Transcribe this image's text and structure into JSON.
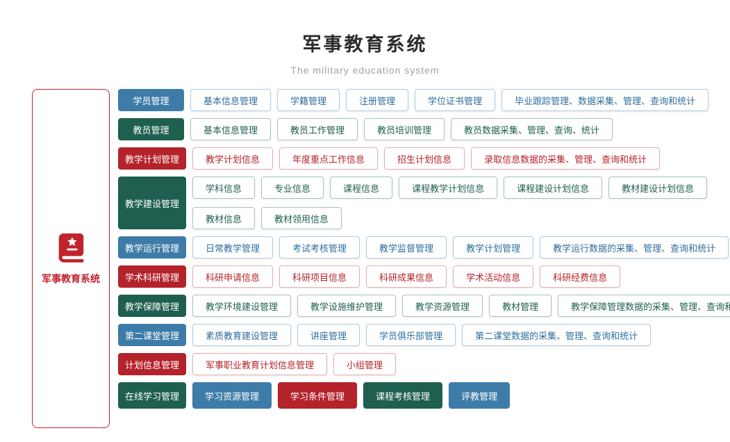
{
  "page": {
    "title": "军事教育系统",
    "subtitle": "The military education system"
  },
  "sidebar": {
    "label": "军事教育系统",
    "icon": "book-star-icon"
  },
  "colors": {
    "blue": "#3d7ca8",
    "green": "#1e5f4f",
    "red": "#b4222a"
  },
  "rows": [
    {
      "name": "student-management",
      "theme": "blue",
      "category": "学员管理",
      "lines": [
        [
          {
            "label": "基本信息管理"
          },
          {
            "label": "学籍管理"
          },
          {
            "label": "注册管理"
          },
          {
            "label": "学位证书管理"
          },
          {
            "label": "毕业跟踪管理、数据采集、管理、查询和统计"
          }
        ]
      ]
    },
    {
      "name": "teacher-management",
      "theme": "green",
      "category": "教员管理",
      "lines": [
        [
          {
            "label": "基本信息管理"
          },
          {
            "label": "教员工作管理"
          },
          {
            "label": "教员培训管理"
          },
          {
            "label": "教员数据采集、管理、查询、统计"
          }
        ]
      ]
    },
    {
      "name": "teaching-plan-management",
      "theme": "red",
      "category": "教学计划管理",
      "lines": [
        [
          {
            "label": "教学计划信息"
          },
          {
            "label": "年度重点工作信息"
          },
          {
            "label": "招生计划信息"
          },
          {
            "label": "录取信息数据的采集、管理、查询和统计"
          }
        ]
      ]
    },
    {
      "name": "teaching-construction-management",
      "theme": "green",
      "category": "教学建设管理",
      "lines": [
        [
          {
            "label": "学科信息"
          },
          {
            "label": "专业信息"
          },
          {
            "label": "课程信息"
          },
          {
            "label": "课程教学计划信息"
          },
          {
            "label": "课程建设计划信息"
          },
          {
            "label": "教材建设计划信息"
          }
        ],
        [
          {
            "label": "教材信息"
          },
          {
            "label": "教材领用信息"
          }
        ]
      ]
    },
    {
      "name": "teaching-operation-management",
      "theme": "blue",
      "category": "教学运行管理",
      "lines": [
        [
          {
            "label": "日常教学管理"
          },
          {
            "label": "考试考核管理"
          },
          {
            "label": "教学监督管理"
          },
          {
            "label": "教学计划管理"
          },
          {
            "label": "教学运行数据的采集、管理、查询和统计"
          }
        ]
      ]
    },
    {
      "name": "academic-research-management",
      "theme": "red",
      "category": "学术科研管理",
      "lines": [
        [
          {
            "label": "科研申请信息"
          },
          {
            "label": "科研项目信息"
          },
          {
            "label": "科研成果信息"
          },
          {
            "label": "学术活动信息"
          },
          {
            "label": "科研经费信息"
          }
        ]
      ]
    },
    {
      "name": "teaching-support-management",
      "theme": "green",
      "category": "教学保障管理",
      "lines": [
        [
          {
            "label": "教学环境建设管理"
          },
          {
            "label": "教学设施维护管理"
          },
          {
            "label": "教学资源管理"
          },
          {
            "label": "教材管理"
          },
          {
            "label": "教学保障管理数据的采集、管理、查询和统计"
          }
        ]
      ]
    },
    {
      "name": "second-classroom-management",
      "theme": "blue",
      "category": "第二课堂管理",
      "lines": [
        [
          {
            "label": "素质教育建设管理"
          },
          {
            "label": "讲座管理"
          },
          {
            "label": "学员俱乐部管理"
          },
          {
            "label": "第二课堂数据的采集、管理、查询和统计"
          }
        ]
      ]
    },
    {
      "name": "plan-info-management",
      "theme": "red",
      "category": "计划信息管理",
      "lines": [
        [
          {
            "label": "军事职业教育计划信息管理"
          },
          {
            "label": "小组管理"
          }
        ]
      ]
    },
    {
      "name": "online-learning-management",
      "theme": "green",
      "category": "在线学习管理",
      "big": true,
      "lines": [
        [
          {
            "label": "学习资源管理",
            "variant": "filled",
            "theme": "blue"
          },
          {
            "label": "学习条件管理",
            "variant": "filled",
            "theme": "red"
          },
          {
            "label": "课程考核管理",
            "variant": "filled",
            "theme": "green"
          },
          {
            "label": "评教管理",
            "variant": "filled",
            "theme": "blue"
          }
        ]
      ]
    }
  ]
}
